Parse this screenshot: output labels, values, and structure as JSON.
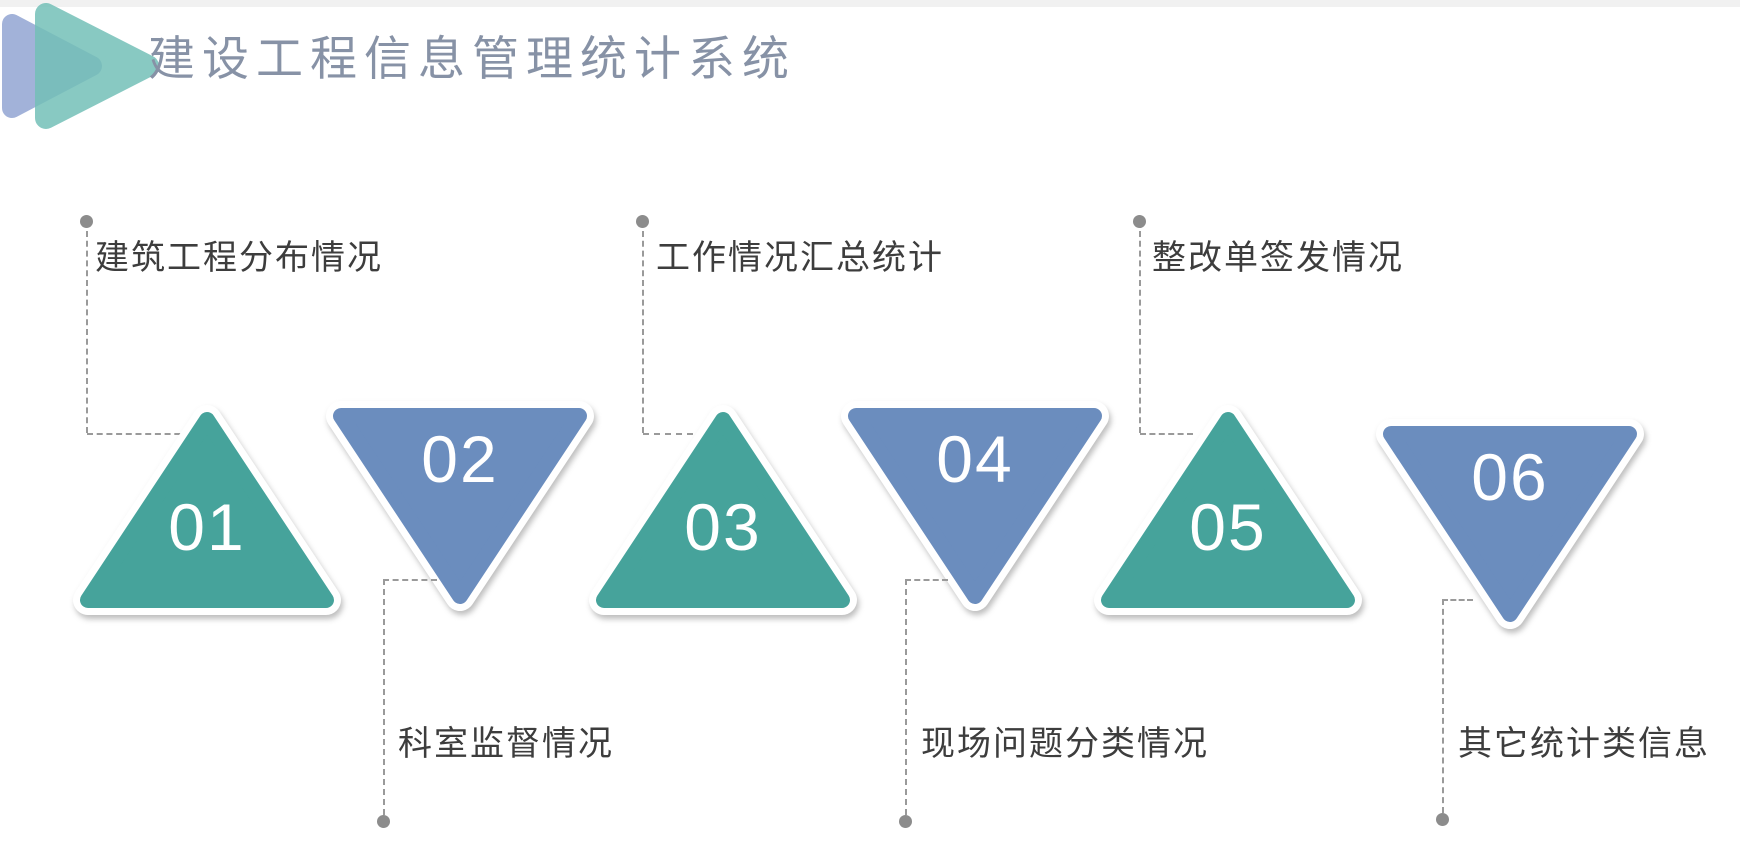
{
  "title": "建设工程信息管理统计系统",
  "colors": {
    "teal": "#46a39b",
    "blue": "#6b8dbe",
    "title_text": "#8792a6",
    "label_text": "#3d3d3d",
    "connector": "#9a9a9a",
    "dot": "#8c8c8c",
    "logo_back": "#9bacd6",
    "logo_front": "#74c0b8",
    "edge_strip": "#f1f1f1"
  },
  "items": [
    {
      "number": "01",
      "label": "建筑工程分布情况",
      "shape": "triangle-up",
      "color": "teal",
      "label_position": "top"
    },
    {
      "number": "02",
      "label": "科室监督情况",
      "shape": "triangle-down",
      "color": "blue",
      "label_position": "bottom"
    },
    {
      "number": "03",
      "label": "工作情况汇总统计",
      "shape": "triangle-up",
      "color": "teal",
      "label_position": "top"
    },
    {
      "number": "04",
      "label": "现场问题分类情况",
      "shape": "triangle-down",
      "color": "blue",
      "label_position": "bottom"
    },
    {
      "number": "05",
      "label": "整改单签发情况",
      "shape": "triangle-up",
      "color": "teal",
      "label_position": "top"
    },
    {
      "number": "06",
      "label": "其它统计类信息",
      "shape": "triangle-down",
      "color": "blue",
      "label_position": "bottom"
    }
  ]
}
